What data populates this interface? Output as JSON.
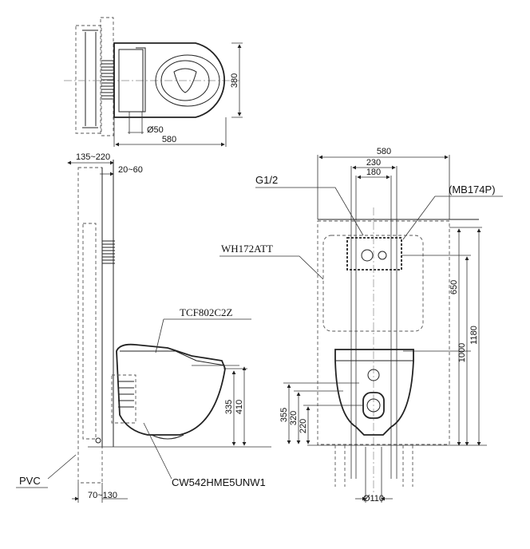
{
  "top_view": {
    "width_580": "580",
    "depth_380": "380",
    "pipe_50": "Ø50"
  },
  "side_view": {
    "range_135_220": "135~220",
    "range_20_60": "20~60",
    "range_70_130": "70~130",
    "height_335": "335",
    "height_410": "410",
    "label_seat": "TCF802C2Z",
    "label_tank": "WH172ATT",
    "label_pvc": "PVC",
    "label_bowl": "CW542HME5UNW1"
  },
  "front_view": {
    "width_580": "580",
    "width_230": "230",
    "width_180": "180",
    "label_g12": "G1/2",
    "label_plate": "(MB174P)",
    "height_650": "650",
    "height_1000": "1000",
    "height_1180": "1180",
    "height_355": "355",
    "height_320": "320",
    "height_220": "220",
    "pipe_110": "Ø110"
  }
}
